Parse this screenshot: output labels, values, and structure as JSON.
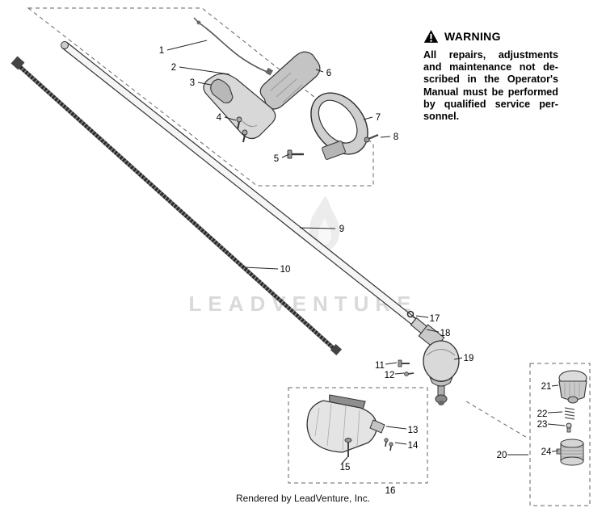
{
  "page": {
    "watermark": "LEADVENTURE",
    "footer": "Rendered by LeadVenture, Inc."
  },
  "warning": {
    "title": "WARNING",
    "lines": [
      "All repairs, adjustments",
      "and maintenance not de-",
      "scribed in the Operator's",
      "Manual must be performed",
      "by qualified service per-",
      "sonnel."
    ]
  },
  "callouts": [
    "1",
    "2",
    "3",
    "4",
    "5",
    "6",
    "7",
    "8",
    "9",
    "10",
    "11",
    "12",
    "13",
    "14",
    "15",
    "16",
    "17",
    "18",
    "19",
    "20",
    "21",
    "22",
    "23",
    "24"
  ],
  "colors": {
    "line": "#2b2b2b",
    "part_fill_light": "#e4e4e4",
    "part_fill_mid": "#c9c9c9",
    "watermark_gray": "#d9d9d9",
    "warning_black": "#000000"
  }
}
